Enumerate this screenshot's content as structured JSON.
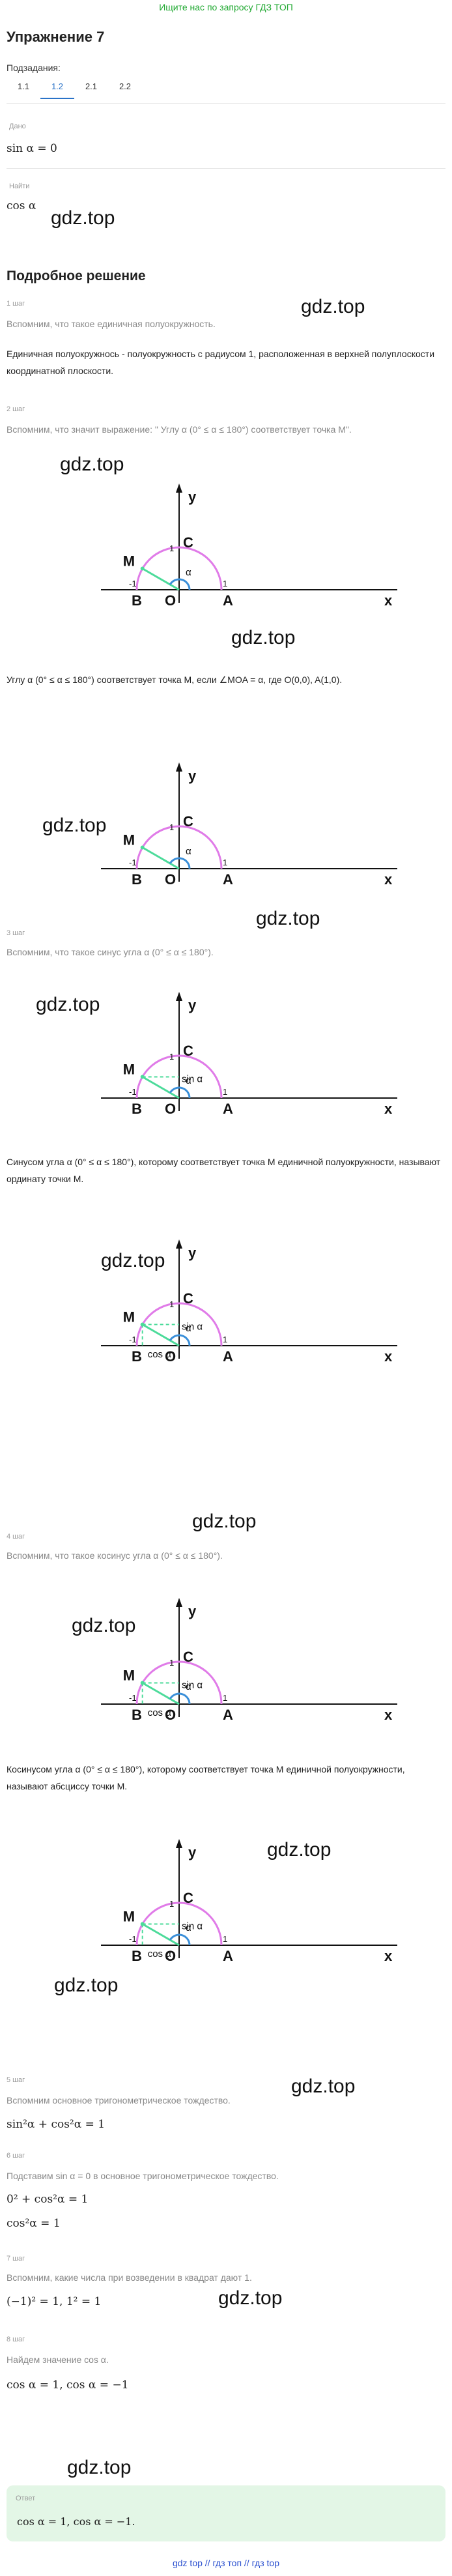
{
  "top_banner": "Ищите нас по запросу ГДЗ ТОП",
  "title": "Упражнение 7",
  "subtasks_label": "Подзадания:",
  "tabs": [
    "1.1",
    "1.2",
    "2.1",
    "2.2"
  ],
  "given": {
    "label": "Дано",
    "expr": "sin α = 0"
  },
  "find": {
    "label": "Найти",
    "expr": "cos α"
  },
  "watermark": "gdz.top",
  "solution_title": "Подробное решение",
  "steps": [
    {
      "label": "1 шаг",
      "note": "Вспомним, что такое единичная полуокружность.",
      "text": "Единичная полуокружнось - полуокружность с радиусом 1, расположенная в верхней полуплоскости координатной плоскости."
    },
    {
      "label": "2 шаг",
      "note": "Вспомним, что значит выражение: \" Углу α (0° ≤ α ≤ 180°) соответствует точка M\".",
      "text": "Углу α (0° ≤ α ≤ 180°) соответствует точка M, если ∠MOA = α, где O(0,0), A(1,0)."
    },
    {
      "label": "3 шаг",
      "note": "Вспомним, что такое синус угла α (0° ≤ α ≤ 180°).",
      "text": "Синусом угла α (0° ≤ α ≤ 180°), которому соответствует точка M единичной полуокружности, называют ординату точки M."
    },
    {
      "label": "4 шаг",
      "note": "Вспомним, что такое косинус угла α (0° ≤ α ≤ 180°).",
      "text": "Косинусом угла α (0° ≤ α ≤ 180°), которому соответствует точка M единичной полуокружности, называют абсциссу точки M."
    },
    {
      "label": "5 шаг",
      "note": "Вспомним основное тригонометрическое тождество.",
      "text": "sin²α + cos²α = 1"
    },
    {
      "label": "6 шаг",
      "note": "Подставим sin α = 0 в основное тригонометрическое тождество.",
      "lines": [
        "0² + cos²α = 1",
        "cos²α = 1"
      ]
    },
    {
      "label": "7 шаг",
      "note": "Вспомним, какие числа при возведении в квадрат дают 1.",
      "text": "(−1)² = 1, 1² = 1"
    },
    {
      "label": "8 шаг",
      "note": "Найдем значение cos α.",
      "text": "cos α = 1, cos α = −1"
    }
  ],
  "answer": {
    "label": "Ответ",
    "text": "cos α = 1, cos α = −1."
  },
  "diagram": {
    "x": "x",
    "y": "y",
    "one_top": "1",
    "one_right": "1",
    "minus_one": "-1",
    "B": "B",
    "O": "O",
    "A": "A",
    "C": "C",
    "M": "M",
    "alpha": "α",
    "sin_label": "sin α",
    "cos_label": "cos α"
  },
  "footer": "gdz top  //  гдз топ  //  гдз top"
}
